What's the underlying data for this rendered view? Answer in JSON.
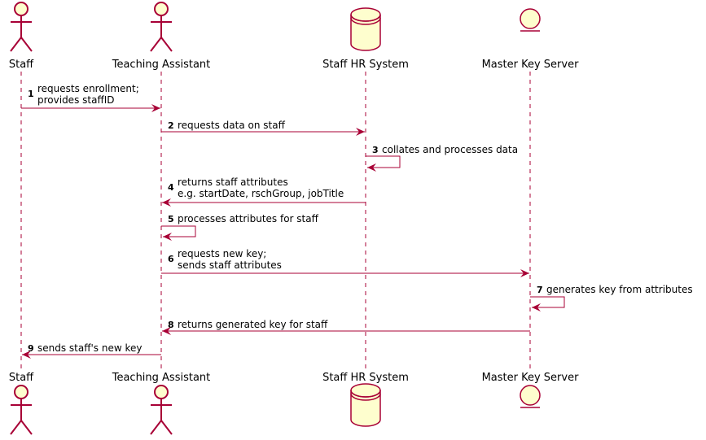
{
  "colors": {
    "stroke": "#A80036",
    "fill": "#FEFECE"
  },
  "participants": [
    {
      "key": "staff",
      "name": "Staff",
      "type": "actor"
    },
    {
      "key": "ta",
      "name": "Teaching Assistant",
      "type": "actor"
    },
    {
      "key": "hr",
      "name": "Staff HR System",
      "type": "database"
    },
    {
      "key": "mks",
      "name": "Master Key Server",
      "type": "entity"
    }
  ],
  "messages": [
    {
      "num": "1",
      "from": "staff",
      "to": "ta",
      "lines": [
        "requests enrollment;",
        "provides staffID"
      ]
    },
    {
      "num": "2",
      "from": "ta",
      "to": "hr",
      "lines": [
        "requests data on staff"
      ]
    },
    {
      "num": "3",
      "from": "hr",
      "to": "hr",
      "lines": [
        "collates and processes data"
      ]
    },
    {
      "num": "4",
      "from": "hr",
      "to": "ta",
      "lines": [
        "returns staff attributes",
        "e.g. startDate, rschGroup, jobTitle"
      ]
    },
    {
      "num": "5",
      "from": "ta",
      "to": "ta",
      "lines": [
        "processes attributes for staff"
      ]
    },
    {
      "num": "6",
      "from": "ta",
      "to": "mks",
      "lines": [
        "requests new key;",
        "sends staff attributes"
      ]
    },
    {
      "num": "7",
      "from": "mks",
      "to": "mks",
      "lines": [
        "generates key from attributes"
      ]
    },
    {
      "num": "8",
      "from": "mks",
      "to": "ta",
      "lines": [
        "returns generated key for staff"
      ]
    },
    {
      "num": "9",
      "from": "ta",
      "to": "staff",
      "lines": [
        "sends staff's new key"
      ]
    }
  ]
}
